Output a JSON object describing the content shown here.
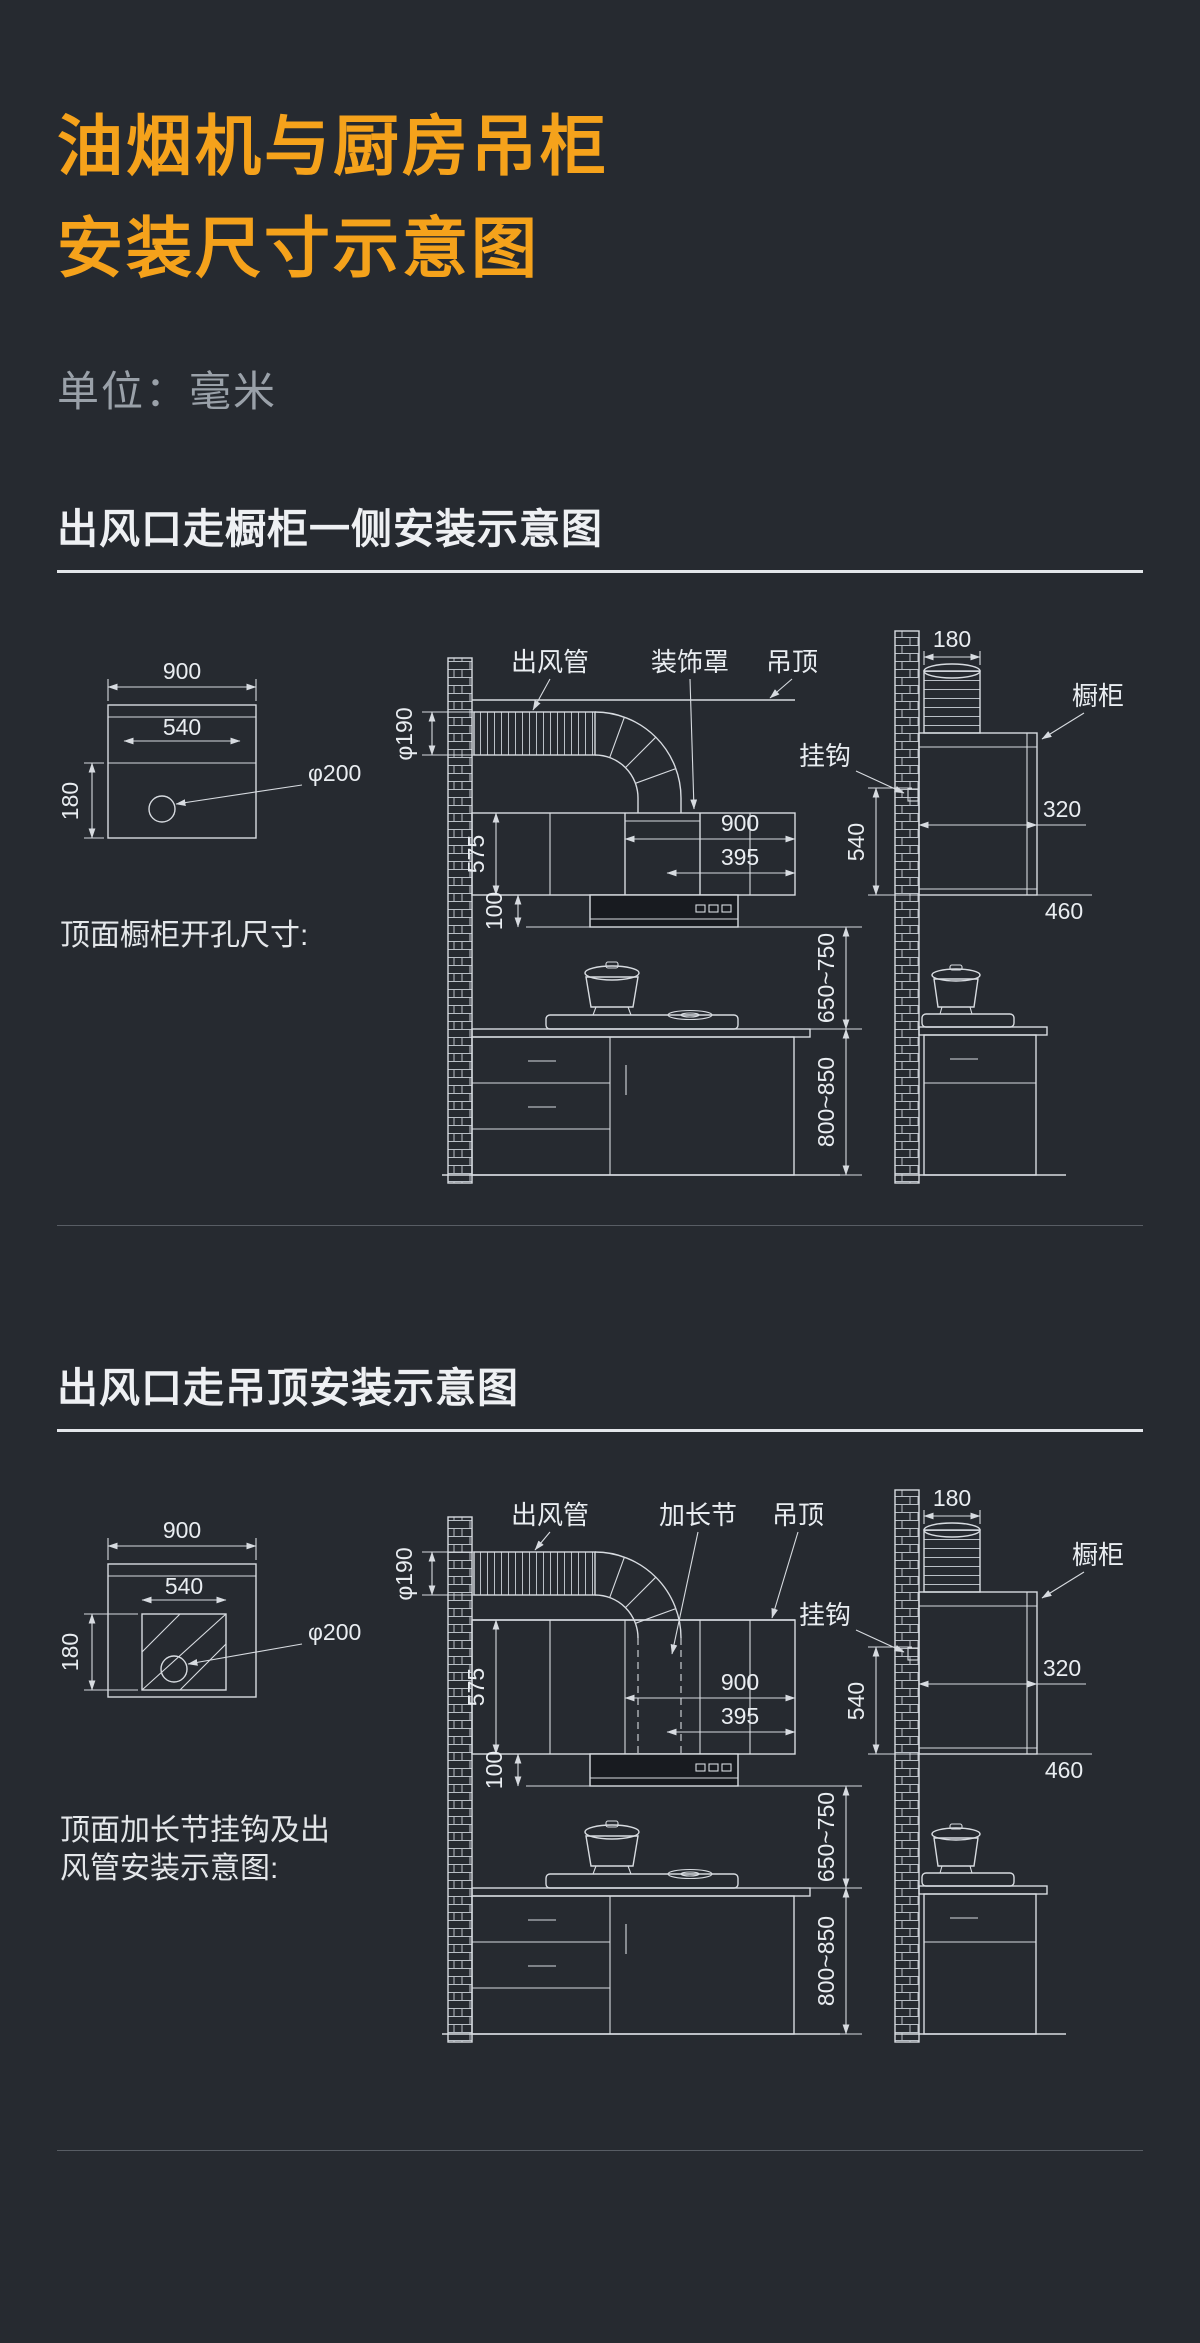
{
  "page": {
    "title_line1": "油烟机与厨房吊柜",
    "title_line2": "安装尺寸示意图",
    "unit": "单位：毫米"
  },
  "diagram1": {
    "heading": "出风口走橱柜一侧安装示意图",
    "caption_line1": "顶面橱柜开孔尺寸:",
    "caption_line2": "",
    "labels": {
      "duct": "出风管",
      "mid": "装饰罩",
      "ceiling": "吊顶",
      "hook": "挂钩",
      "cabinet": "橱柜",
      "phi190": "φ190",
      "phi200": "φ200",
      "top900": "900",
      "top540": "540",
      "left180": "180",
      "hood900": "900",
      "hood395": "395",
      "v575": "575",
      "v100": "100",
      "range650": "650~750",
      "range800": "800~850",
      "r180": "180",
      "r320": "320",
      "r540": "540",
      "r460": "460"
    }
  },
  "diagram2": {
    "heading": "出风口走吊顶安装示意图",
    "caption_line1": "顶面加长节挂钩及出",
    "caption_line2": "风管安装示意图:",
    "labels": {
      "duct": "出风管",
      "mid": "加长节",
      "ceiling": "吊顶",
      "hook": "挂钩",
      "cabinet": "橱柜",
      "phi190": "φ190",
      "phi200": "φ200",
      "top900": "900",
      "top540": "540",
      "left180": "180",
      "hood900": "900",
      "hood395": "395",
      "v575": "575",
      "v100": "100",
      "range650": "650~750",
      "range800": "800~850",
      "r180": "180",
      "r320": "320",
      "r540": "540",
      "r460": "460"
    }
  }
}
